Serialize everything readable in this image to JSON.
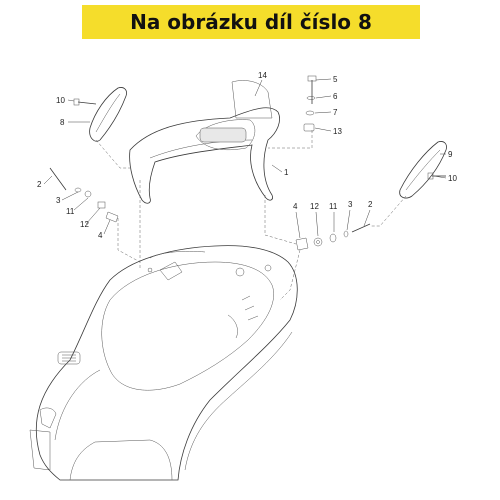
{
  "banner": {
    "text": "Na obrázku díl číslo 8"
  },
  "callouts": [
    "14",
    "5",
    "6",
    "7",
    "13",
    "1",
    "10",
    "8",
    "9",
    "10",
    "2",
    "3",
    "11",
    "12",
    "4",
    "4",
    "12",
    "11",
    "3",
    "2"
  ],
  "colors": {
    "banner": "#f5dd2b",
    "line": "#3a3a3a"
  }
}
